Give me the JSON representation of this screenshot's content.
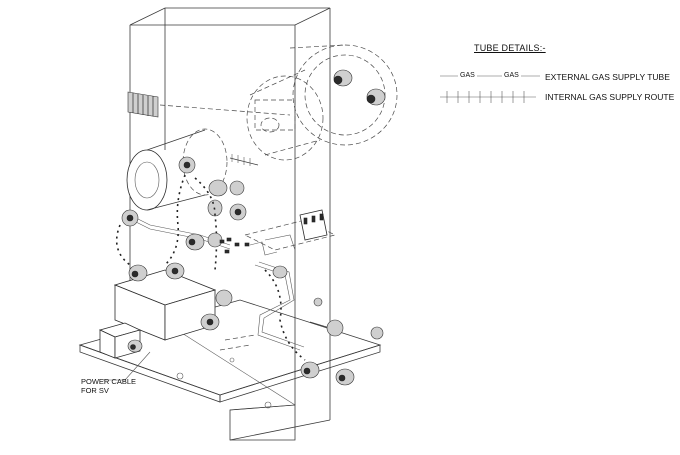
{
  "legend": {
    "title": "TUBE DETAILS:-",
    "gas_label_1": "GAS",
    "gas_label_2": "GAS",
    "external_label": "EXTERNAL GAS SUPPLY TUBE",
    "internal_label": "INTERNAL GAS SUPPLY ROUTE"
  },
  "callouts": {
    "power_cable_line1": "POWER CABLE",
    "power_cable_line2": "FOR SV"
  },
  "colors": {
    "line": "#3a3a3a",
    "background": "#ffffff"
  }
}
